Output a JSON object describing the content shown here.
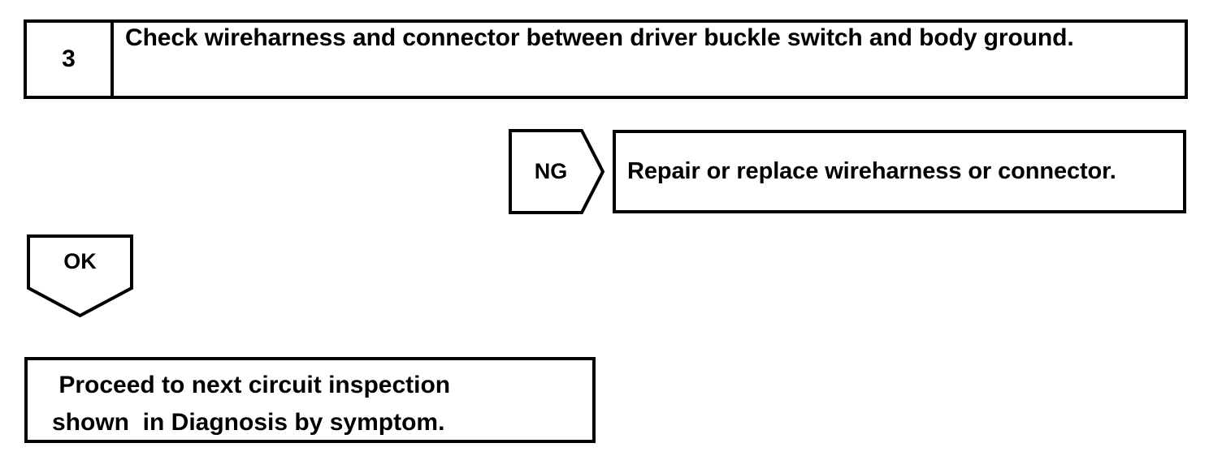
{
  "diagram": {
    "type": "diagnostic-flowchart",
    "step": {
      "number": "3",
      "instruction": "Check wireharness and connector between driver buckle switch and body ground."
    },
    "branches": [
      {
        "label": "NG",
        "shape": "right-pointing-pentagon",
        "result": "Repair or replace wireharness or connector."
      },
      {
        "label": "OK",
        "shape": "down-pointing-pentagon",
        "result": null
      }
    ],
    "outcome": {
      "line1": " Proceed to next circuit inspection",
      "line2": "shown  in Diagnosis by symptom."
    },
    "colors": {
      "ink": "#000000",
      "background": "#ffffff"
    }
  }
}
